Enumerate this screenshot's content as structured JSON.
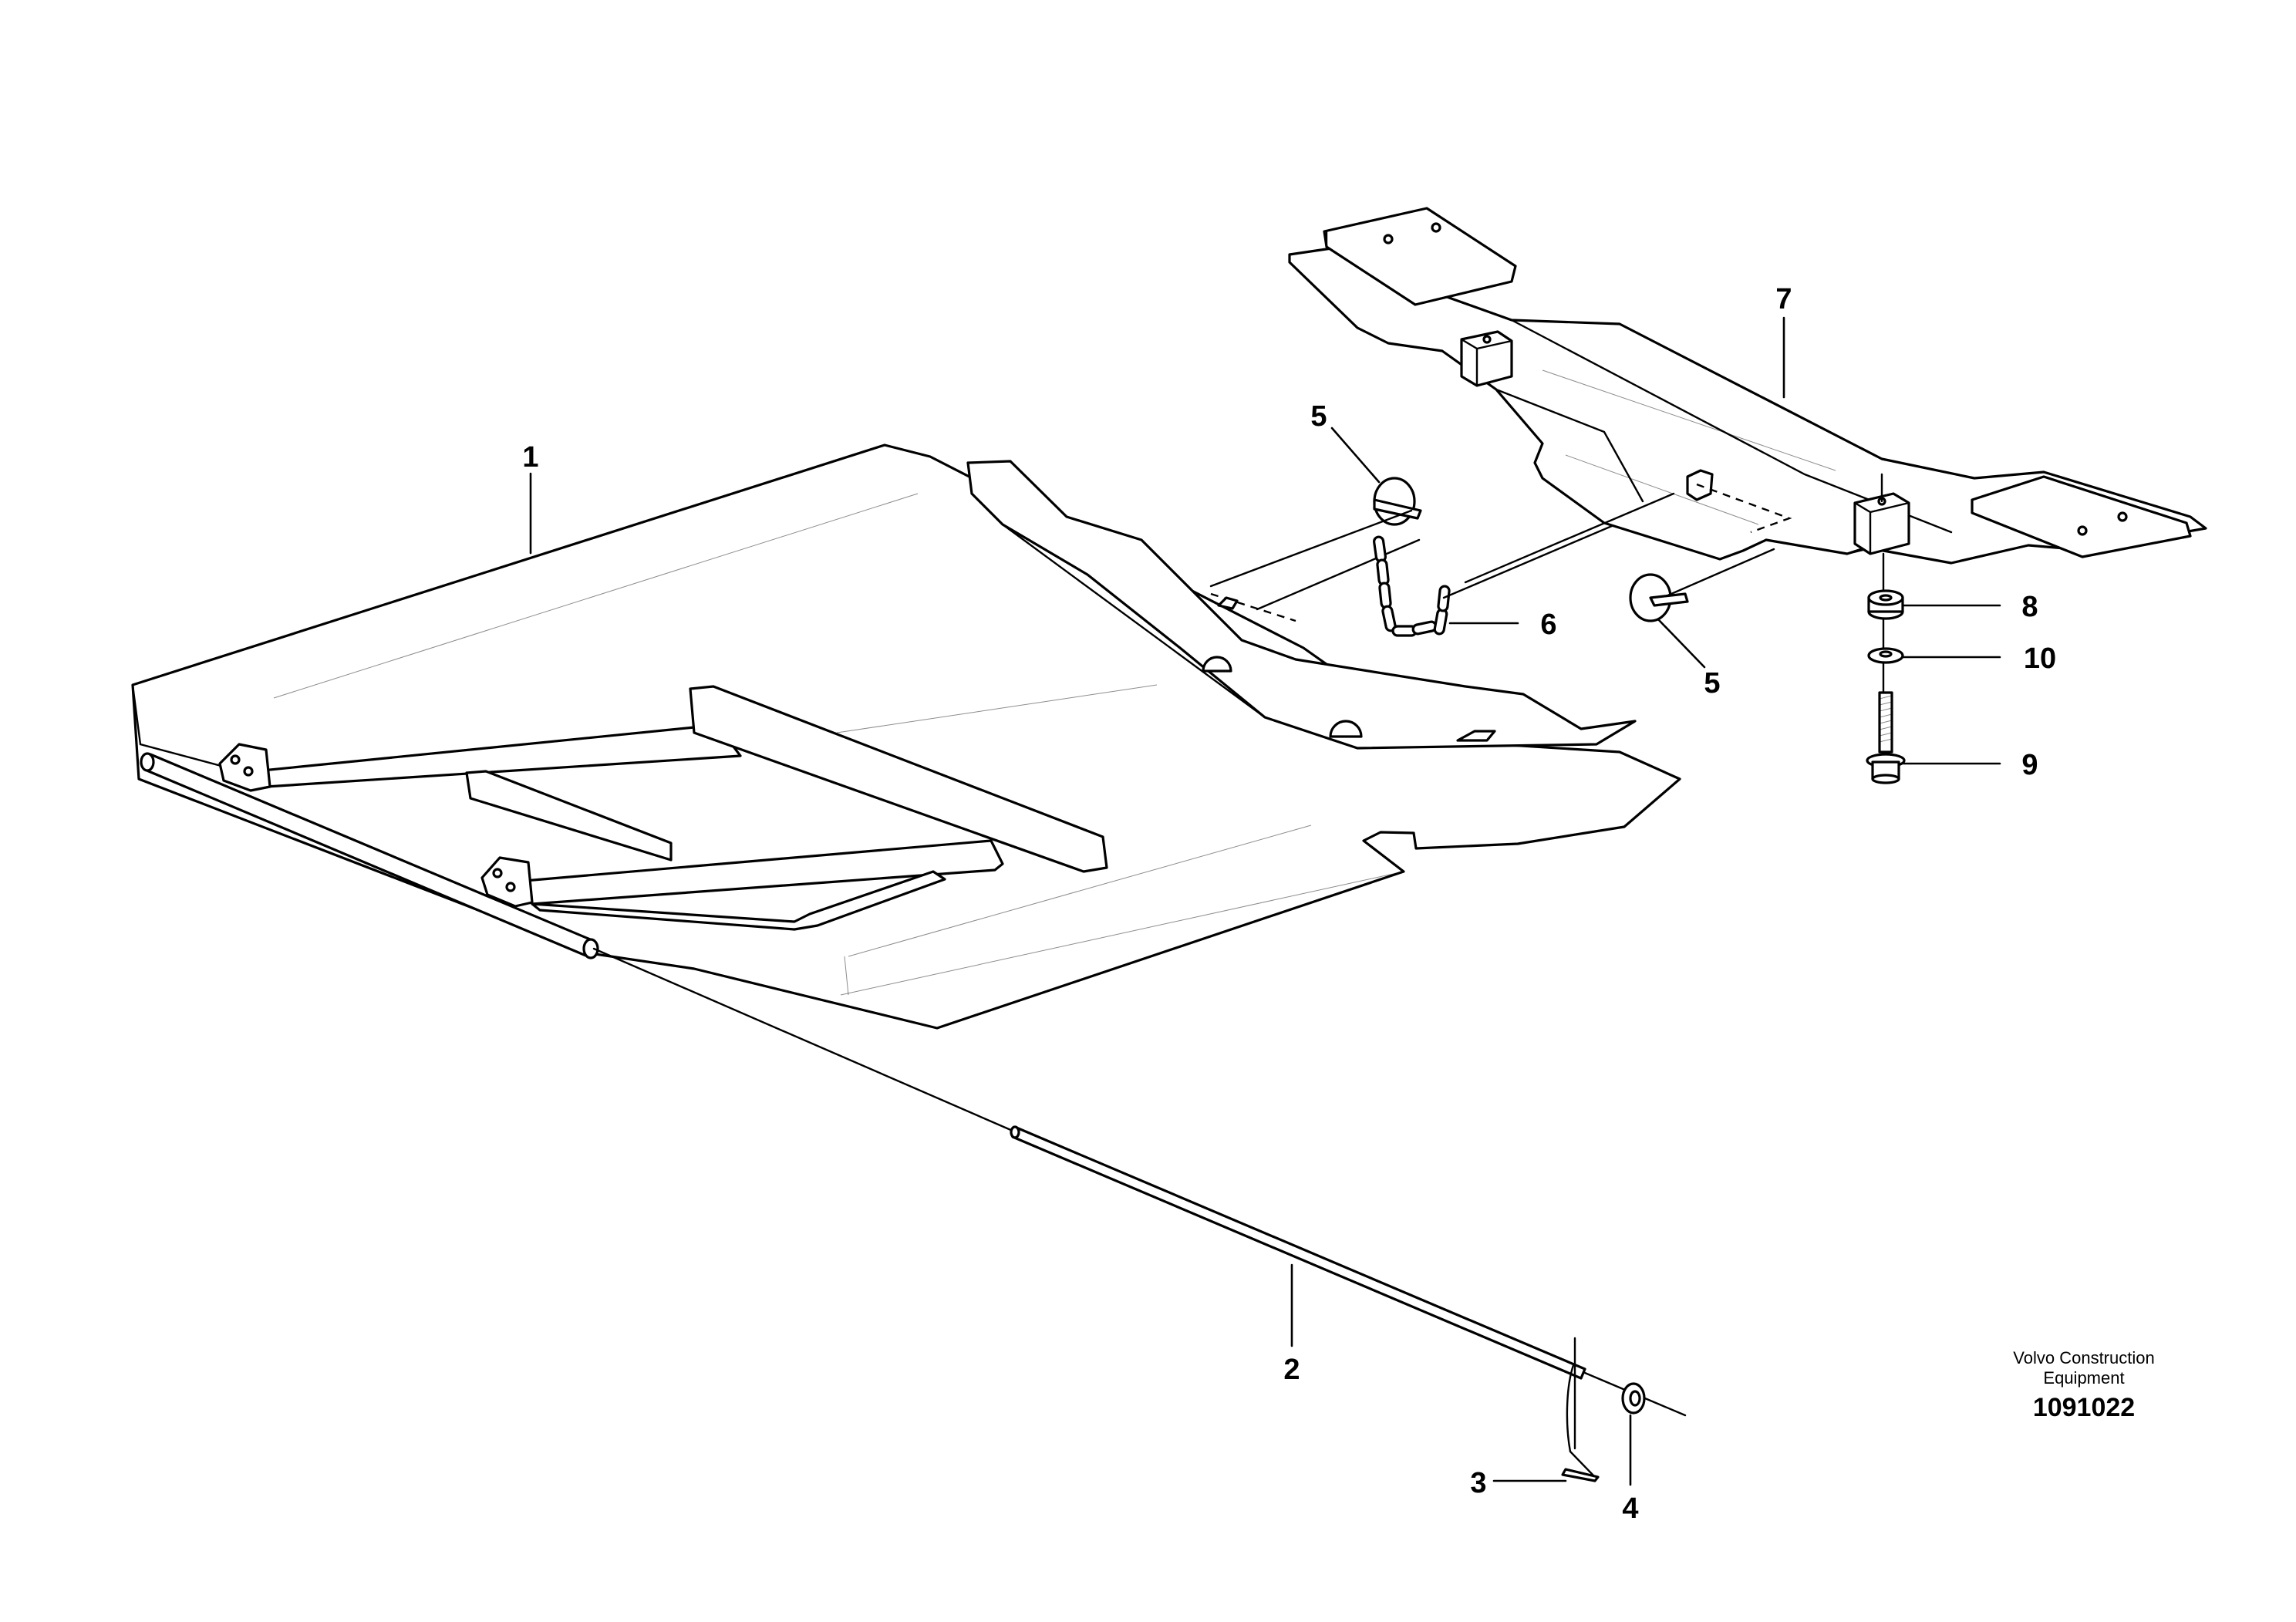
{
  "callouts": {
    "c1": "1",
    "c2": "2",
    "c3": "3",
    "c4": "4",
    "c5a": "5",
    "c5b": "5",
    "c6": "6",
    "c7": "7",
    "c8": "8",
    "c9": "9",
    "c10": "10"
  },
  "footer": {
    "brand_line1": "Volvo Construction",
    "brand_line2": "Equipment",
    "drawing_number": "1091022"
  }
}
